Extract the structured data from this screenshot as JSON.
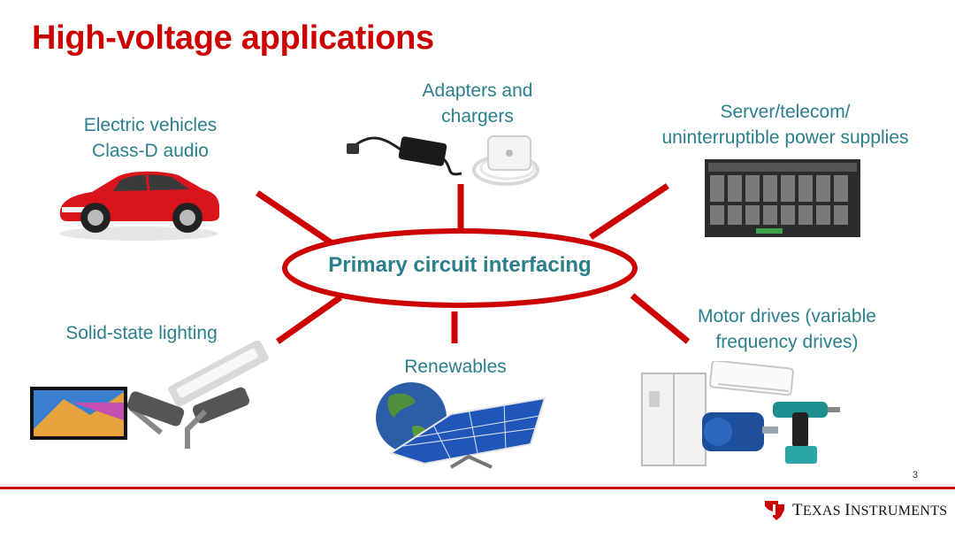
{
  "slide": {
    "title": "High-voltage applications",
    "hub": "Primary circuit interfacing",
    "page_number": "3"
  },
  "applications": {
    "ev_line1": "Electric vehicles",
    "ev_line2": "Class-D audio",
    "adapters_line1": "Adapters and",
    "adapters_line2": "chargers",
    "server_line1": "Server/telecom/",
    "server_line2": "uninterruptible power supplies",
    "lighting": "Solid-state lighting",
    "renewables": "Renewables",
    "motor_line1": "Motor drives (variable",
    "motor_line2": "frequency drives)"
  },
  "footer": {
    "logo_t": "T",
    "logo_exas": "EXAS ",
    "logo_i": "I",
    "logo_nstruments": "NSTRUMENTS"
  },
  "colors": {
    "title_red": "#cc0000",
    "label_teal": "#2a7f8c",
    "connector_red": "#cc0000"
  }
}
